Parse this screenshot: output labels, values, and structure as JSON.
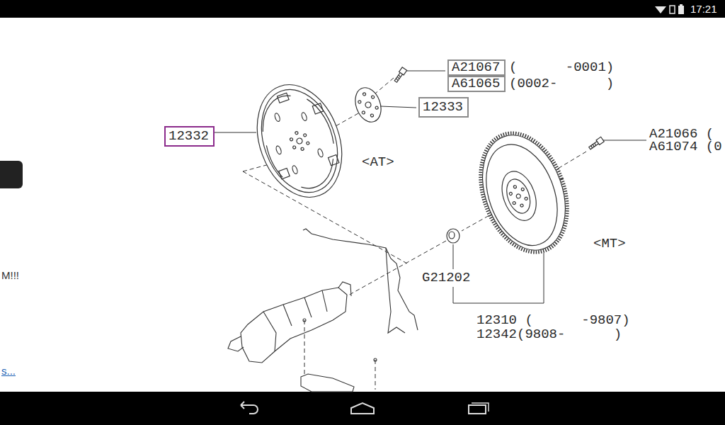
{
  "diagram": {
    "nodes": [
      {
        "text": [
          "12332"
        ]
      },
      {
        "text": [
          "A21067"
        ]
      },
      {
        "text": [
          "A61065"
        ]
      },
      {
        "text": [
          "12333"
        ]
      }
    ],
    "labels": [
      "17:21",
      "(      -0001)",
      "(0002-      )",
      "<AT>",
      "A21066 (",
      "A61074 (0",
      "<MT>",
      "G21202",
      "12310 (      -9807)",
      "12342(9808-      )",
      "M!!!",
      "s..."
    ]
  }
}
